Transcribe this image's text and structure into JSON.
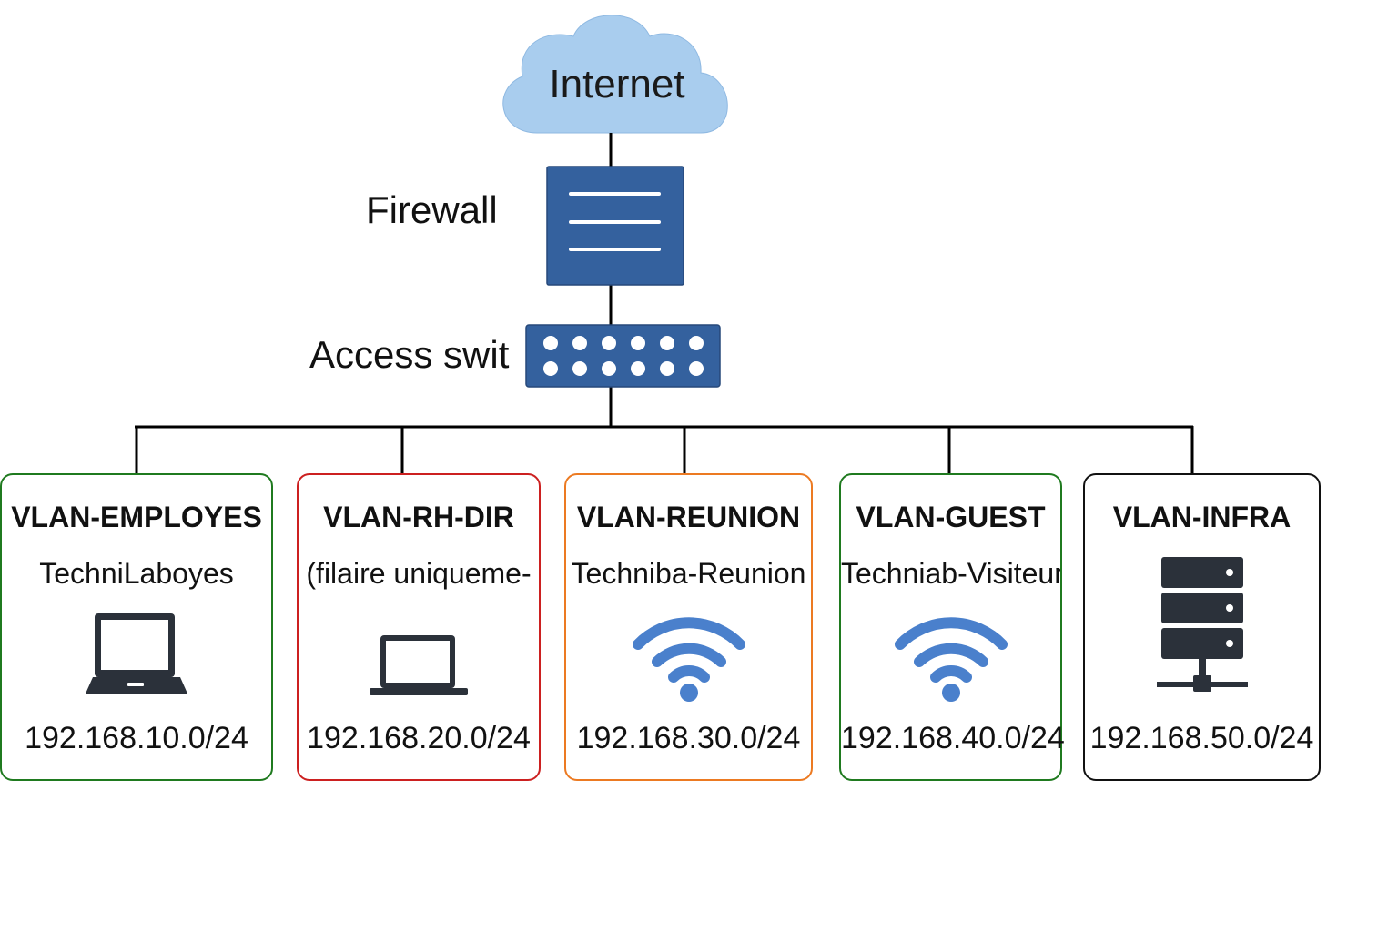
{
  "colors": {
    "cloud": "#a9cdee",
    "device": "#34619e",
    "icon_dark": "#2b313a",
    "wifi": "#4a80cc",
    "green": "#1f7a1f",
    "red": "#cc2020",
    "orange": "#ec7a22",
    "black": "#111111"
  },
  "internet": {
    "label": "Internet",
    "icon": "cloud-icon"
  },
  "firewall": {
    "label": "Firewall",
    "icon": "firewall-icon"
  },
  "switch": {
    "label": "Access swit",
    "icon": "switch-icon"
  },
  "vlans": [
    {
      "name": "VLAN-EMPLOYES",
      "ssid": "TechniLaboyes",
      "subnet": "192.168.10.0/24",
      "icon": "laptop-icon",
      "border_color": "#1f7a1f"
    },
    {
      "name": "VLAN-RH-DIR",
      "ssid": "(filaire uniqueme-",
      "subnet": "192.168.20.0/24",
      "icon": "laptop-icon",
      "border_color": "#cc2020"
    },
    {
      "name": "VLAN-REUNION",
      "ssid": "Techniba-Reunion",
      "subnet": "192.168.30.0/24",
      "icon": "wifi-icon",
      "border_color": "#ec7a22"
    },
    {
      "name": "VLAN-GUEST",
      "ssid": "Techniab-Visiteur",
      "subnet": "192.168.40.0/24",
      "icon": "wifi-icon",
      "border_color": "#1f7a1f"
    },
    {
      "name": "VLAN-INFRA",
      "ssid": "",
      "subnet": "192.168.50.0/24",
      "icon": "server-icon",
      "border_color": "#111111"
    }
  ]
}
